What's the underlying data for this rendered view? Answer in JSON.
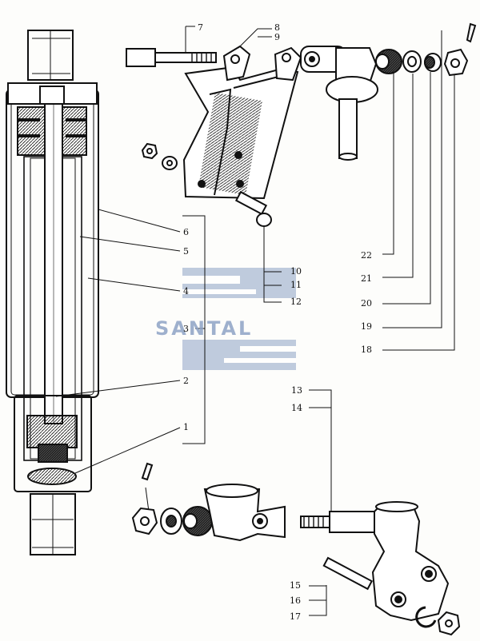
{
  "watermark": {
    "text": "SANTAL",
    "color": "#8ea3c6"
  },
  "callouts": {
    "n1": "1",
    "n2": "2",
    "n3": "3",
    "n4": "4",
    "n5": "5",
    "n6": "6",
    "n7": "7",
    "n8": "8",
    "n9": "9",
    "n10": "10",
    "n11": "11",
    "n12": "12",
    "n13": "13",
    "n14": "14",
    "n15": "15",
    "n16": "16",
    "n17": "17",
    "n18": "18",
    "n19": "19",
    "n20": "20",
    "n21": "21",
    "n22": "22"
  },
  "colors": {
    "ink": "#111111",
    "paper": "#fdfdfb",
    "logo": "#8ea3c6"
  }
}
